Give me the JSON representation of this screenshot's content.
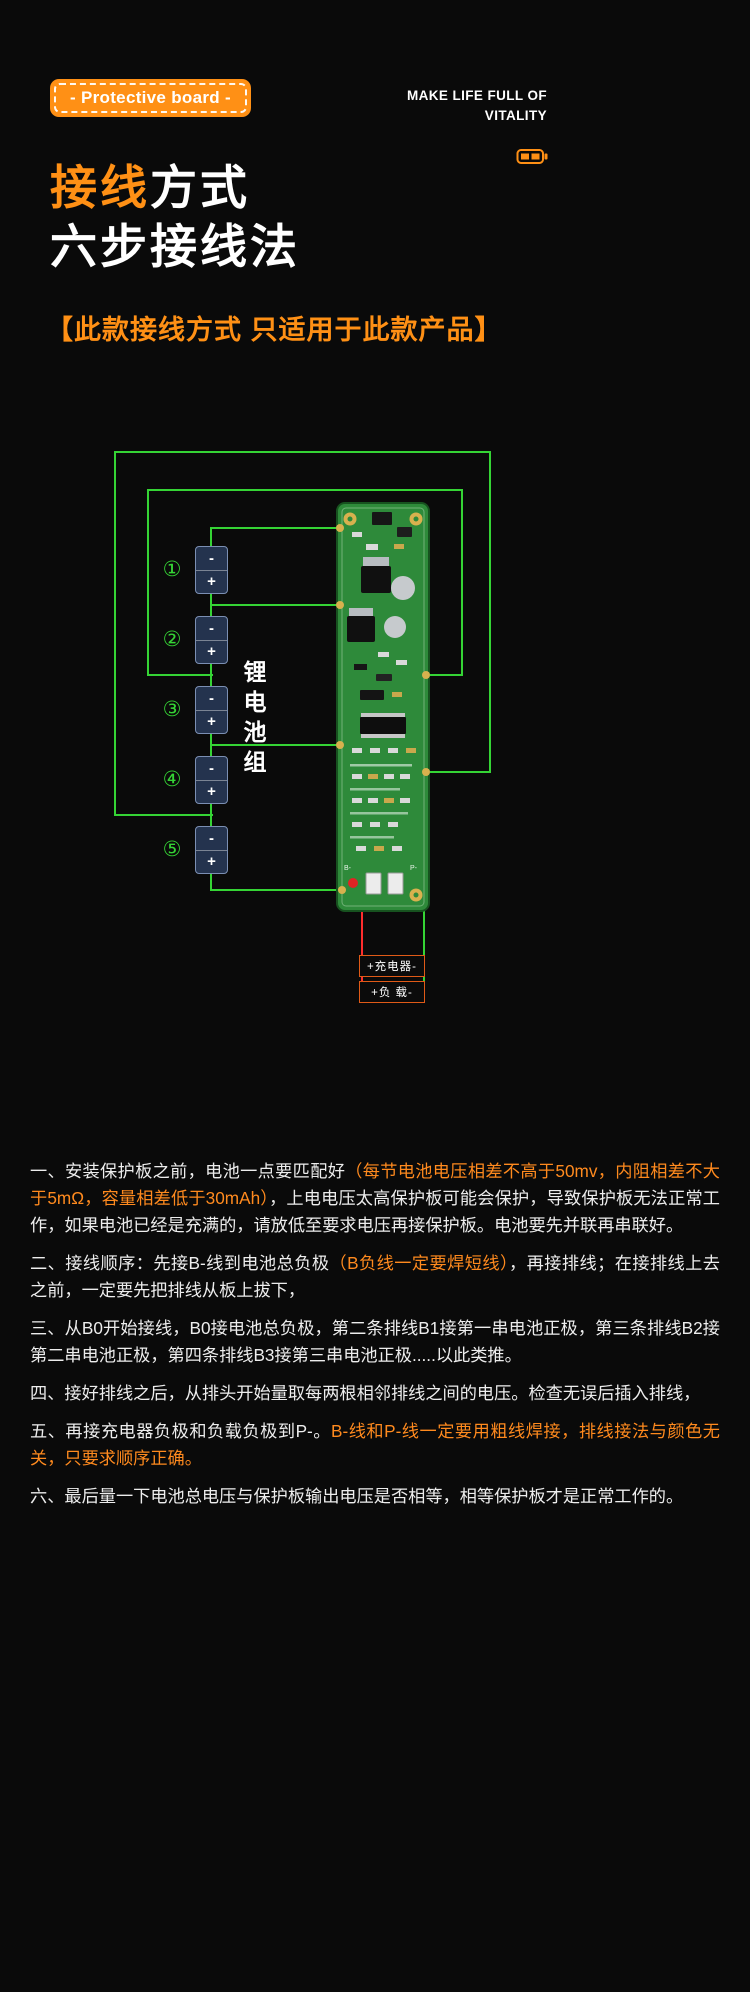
{
  "colors": {
    "accent": "#ff9015",
    "highlight": "#ff8a1e",
    "wire": "#35d435",
    "red_wire": "#ff2d2d",
    "background": "#0a0a0a"
  },
  "header": {
    "badge": "- Protective board -",
    "slogan_line1": "MAKE LIFE FULL OF",
    "slogan_line2": "VITALITY",
    "title_accent": "接线",
    "title_rest": "方式",
    "title_line2": "六步接线法",
    "notice": "【此款接线方式 只适用于此款产品】"
  },
  "diagram": {
    "group_label": "锂电池组",
    "cell_numbers": [
      "①",
      "②",
      "③",
      "④",
      "⑤"
    ],
    "terminal_minus": "-",
    "terminal_plus": "+",
    "charger_label": "+充电器-",
    "load_label": "+负 载-",
    "pcb_label_b_minus": "B-",
    "pcb_label_p_minus": "P-"
  },
  "instructions": [
    {
      "parts": [
        {
          "t": "一、安装保护板之前，电池一点要匹配好"
        },
        {
          "t": "（每节电池电压相差不高于50mv，内阻相差不大于5mΩ，容量相差低于30mAh）"
        },
        {
          "t": "，上电电压太高保护板可能会保护，导致保护板无法正常工作，如果电池已经是充满的，请放低至要求电压再接保护板。电池要先并联再串联好。"
        }
      ]
    },
    {
      "parts": [
        {
          "t": "二、接线顺序：先接B-线到电池总负极"
        },
        {
          "t": "（B负线一定要焊短线）"
        },
        {
          "t": "，再接排线；在接排线上去之前，一定要先把排线从板上拔下，"
        }
      ]
    },
    {
      "parts": [
        {
          "t": "三、从B0开始接线，B0接电池总负极，第二条排线B1接第一串电池正极，第三条排线B2接第二串电池正极，第四条排线B3接第三串电池正极.....以此类推。"
        }
      ]
    },
    {
      "parts": [
        {
          "t": "四、接好排线之后，从排头开始量取每两根相邻排线之间的电压。检查无误后插入排线，"
        }
      ]
    },
    {
      "parts": [
        {
          "t": "五、再接充电器负极和负载负极到P-。"
        },
        {
          "t": "B-线和P-线一定要用粗线焊接，排线接法与颜色无关，只要求顺序正确。"
        }
      ]
    },
    {
      "parts": [
        {
          "t": "六、最后量一下电池总电压与保护板输出电压是否相等，相等保护板才是正常工作的。"
        }
      ]
    }
  ]
}
